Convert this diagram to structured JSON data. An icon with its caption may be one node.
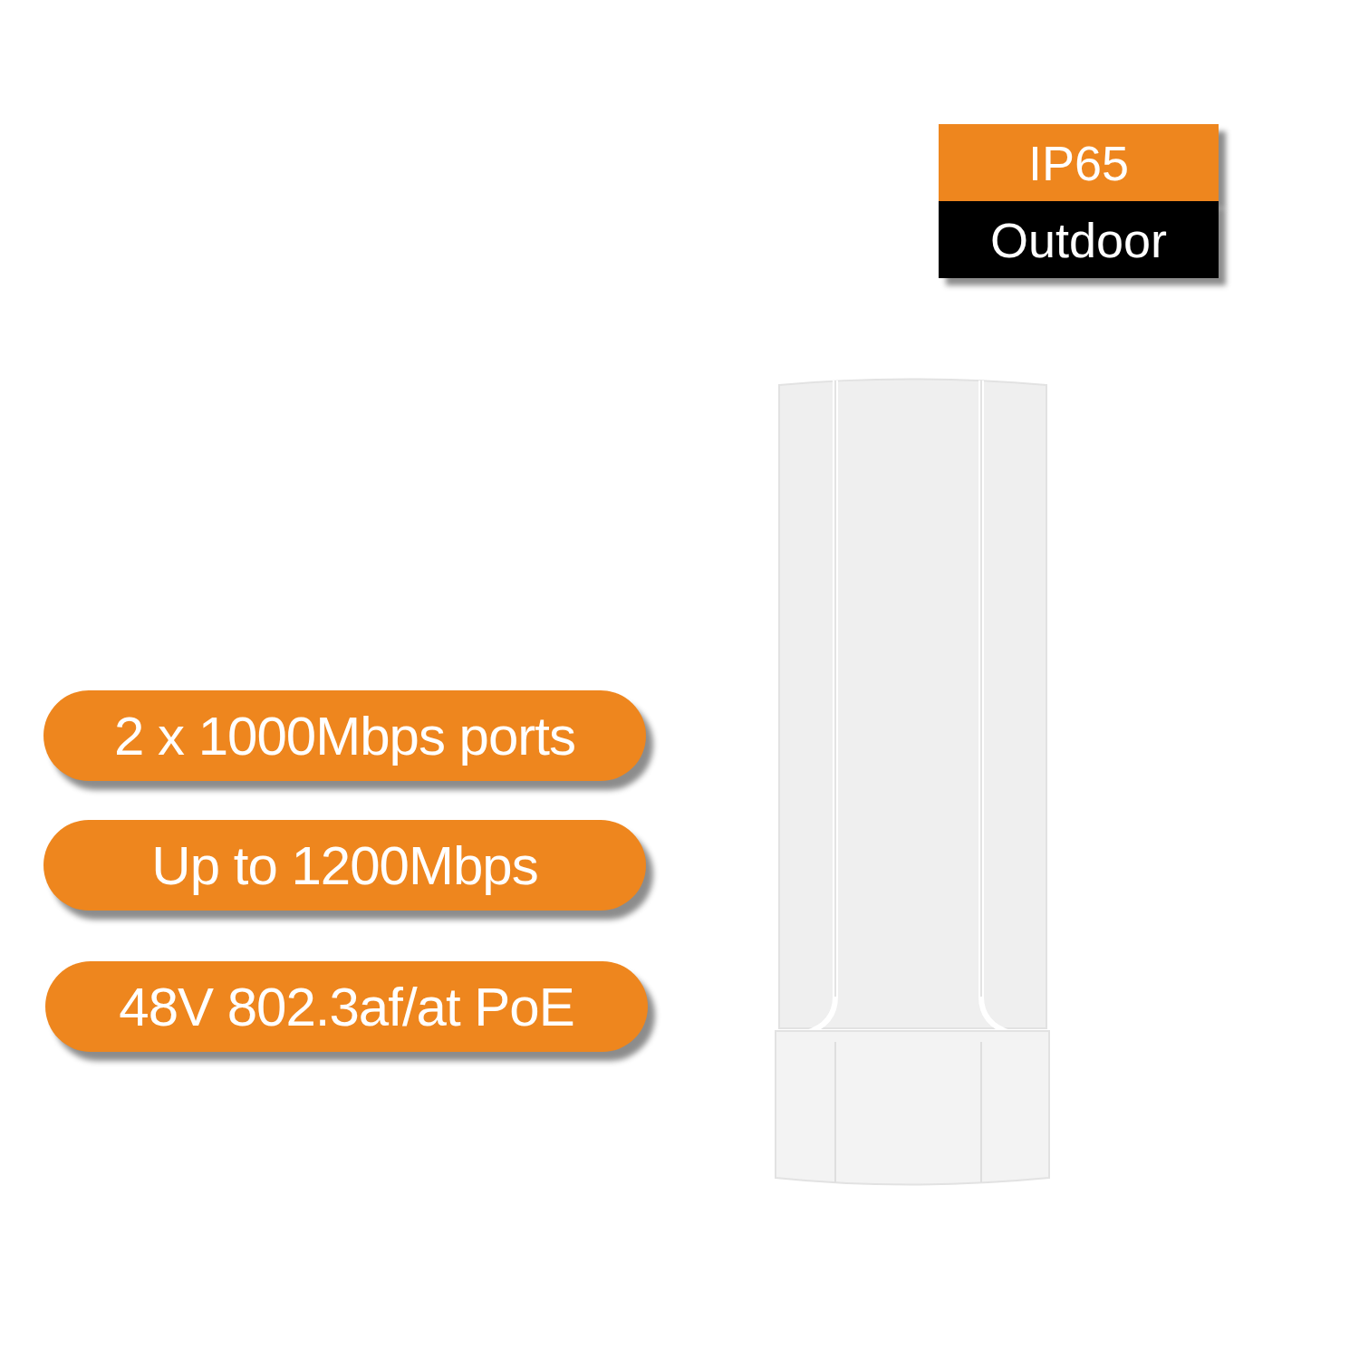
{
  "diagram": {
    "nodes": [
      {
        "text": [
          "IP65"
        ]
      },
      {
        "text": [
          "Outdoor"
        ]
      },
      {
        "text": [
          "2 x 1000Mbps ports"
        ]
      },
      {
        "text": [
          "Up to 1200Mbps"
        ]
      },
      {
        "text": [
          "48V 802.3af/at PoE"
        ]
      }
    ]
  }
}
